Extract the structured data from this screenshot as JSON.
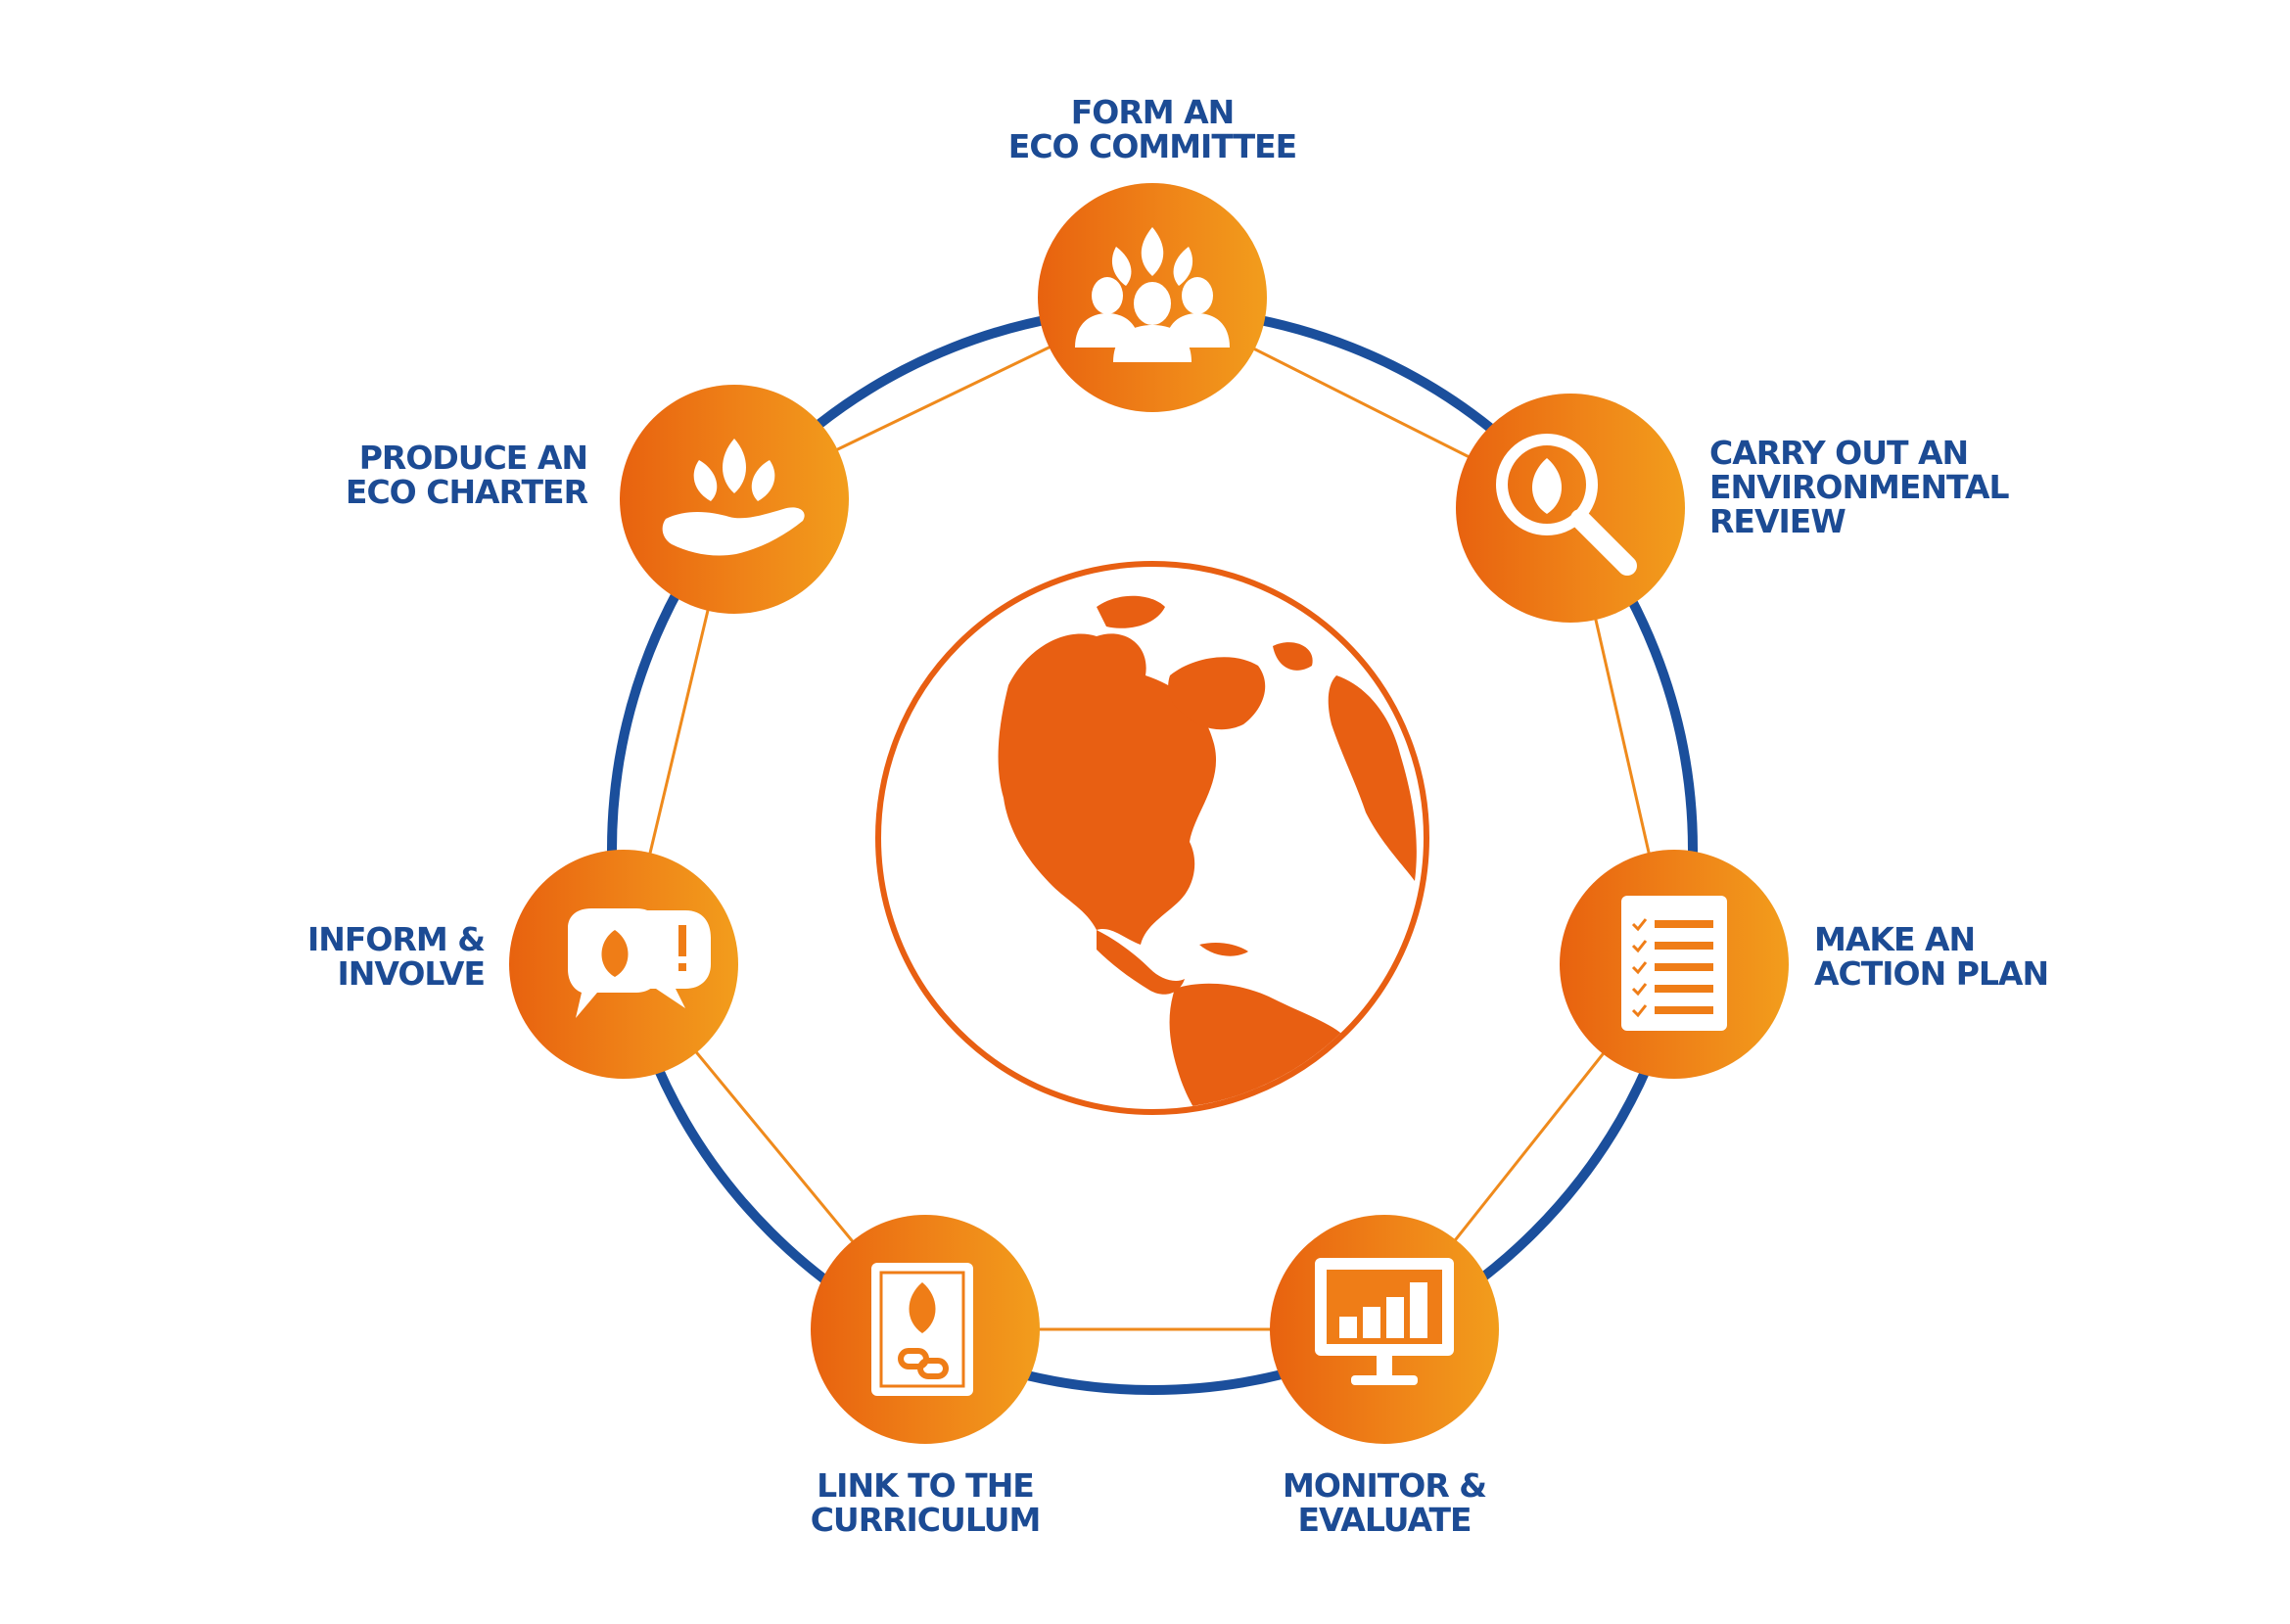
{
  "colors": {
    "ring": "#1b4f9c",
    "connector": "#ef8a1c",
    "badge_light": "#f29d1c",
    "badge_dark": "#e8620f",
    "globe": "#e85f12",
    "label_text": "#1c4b94"
  },
  "center": {
    "icon": "globe-icon"
  },
  "steps": [
    {
      "id": "form-eco-committee",
      "icon": "team-leaf-icon",
      "lines": [
        "FORM  AN",
        "ECO COMMITTEE"
      ]
    },
    {
      "id": "environmental-review",
      "icon": "magnifier-leaf-icon",
      "lines": [
        "CARRY OUT AN",
        "ENVIRONMENTAL",
        "REVIEW"
      ]
    },
    {
      "id": "action-plan",
      "icon": "checklist-notepad-icon",
      "lines": [
        "MAKE AN",
        "ACTION PLAN"
      ]
    },
    {
      "id": "monitor-evaluate",
      "icon": "monitor-chart-icon",
      "lines": [
        "MONITOR &",
        "EVALUATE"
      ]
    },
    {
      "id": "link-curriculum",
      "icon": "book-chain-icon",
      "lines": [
        "LINK TO THE",
        "CURRICULUM"
      ]
    },
    {
      "id": "inform-involve",
      "icon": "speech-bubbles-icon",
      "lines": [
        "INFORM &",
        "INVOLVE"
      ]
    },
    {
      "id": "eco-charter",
      "icon": "hand-leaves-icon",
      "lines": [
        "PRODUCE AN",
        "ECO CHARTER"
      ]
    }
  ]
}
